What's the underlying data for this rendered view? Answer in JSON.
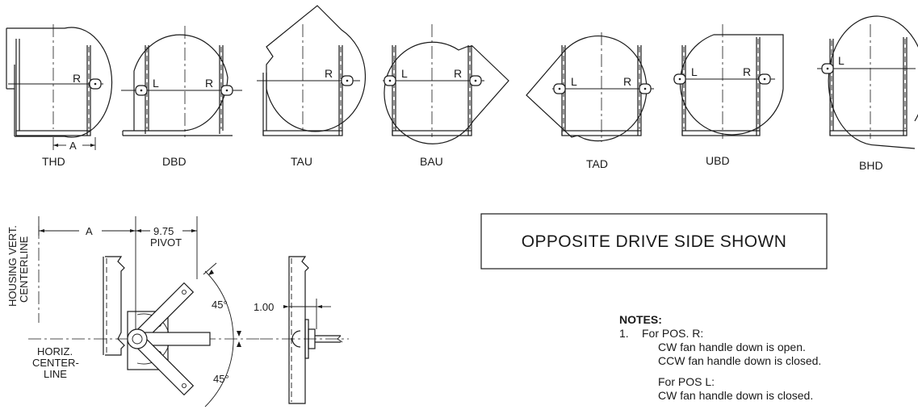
{
  "arrangements": [
    {
      "code": "THD",
      "marks": [
        "R"
      ],
      "dim": "A"
    },
    {
      "code": "DBD",
      "marks": [
        "L",
        "R"
      ]
    },
    {
      "code": "TAU",
      "marks": [
        "R"
      ]
    },
    {
      "code": "BAU",
      "marks": [
        "L",
        "R"
      ]
    },
    {
      "code": "TAD",
      "marks": [
        "L",
        "R"
      ]
    },
    {
      "code": "UBD",
      "marks": [
        "L",
        "R"
      ]
    },
    {
      "code": "BHD",
      "marks": [
        "L"
      ]
    }
  ],
  "detail": {
    "dim_a": "A",
    "pivot_value": "9.75",
    "pivot_label": "PIVOT",
    "vert_label_1": "HOUSING VERT.",
    "vert_label_2": "CENTERLINE",
    "horiz_label_1": "HORIZ.",
    "horiz_label_2": "CENTER-",
    "horiz_label_3": "LINE",
    "angle_top": "45°",
    "angle_bottom": "45°",
    "offset": "1.00"
  },
  "banner": "OPPOSITE DRIVE SIDE SHOWN",
  "notes": {
    "heading": "NOTES:",
    "item_number": "1.",
    "r_title": "For POS. R:",
    "r_line1": "CW fan handle down is open.",
    "r_line2": "CCW fan handle down is closed.",
    "l_title": "For POS L:",
    "l_line1": "CW fan handle down is closed."
  }
}
